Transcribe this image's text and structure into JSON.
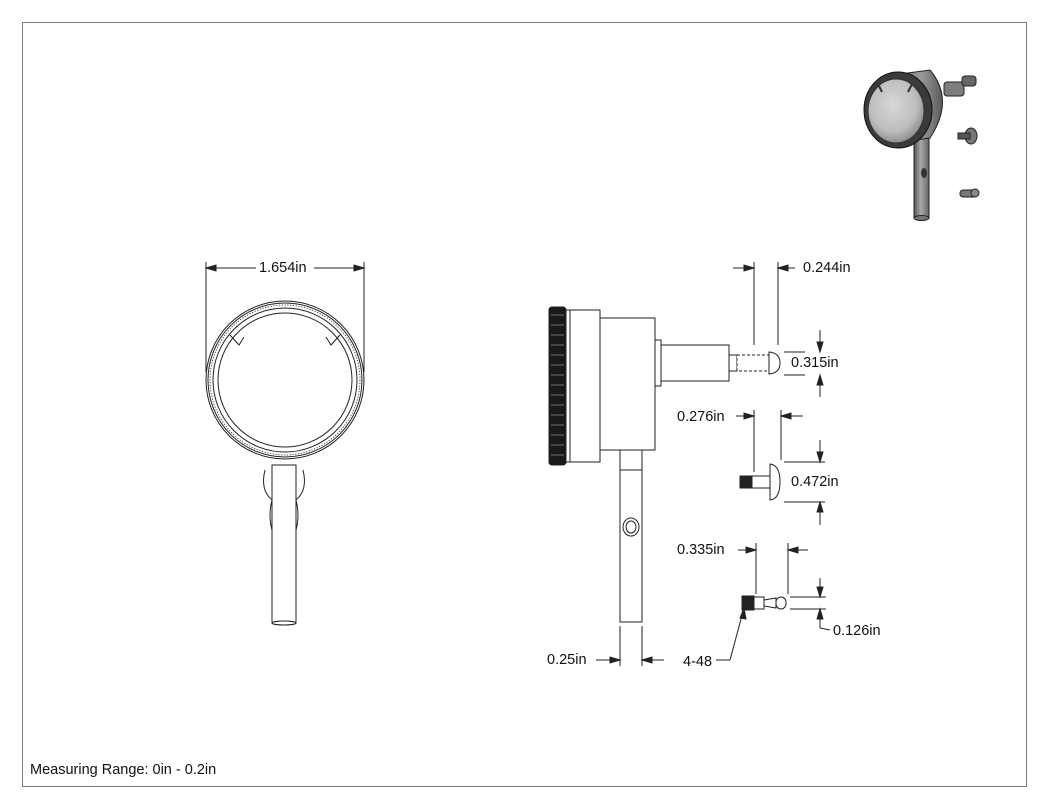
{
  "dimensions": {
    "dial_diameter": "1.654in",
    "contact_length": "0.244in",
    "contact_diameter": "0.315in",
    "flat_point_length": "0.276in",
    "flat_point_diameter": "0.472in",
    "ball_point_length": "0.335in",
    "ball_diameter": "0.126in",
    "stem_diameter": "0.25in",
    "thread_spec": "4-48"
  },
  "note": {
    "measuring_range": "Measuring Range: 0in - 0.2in"
  }
}
